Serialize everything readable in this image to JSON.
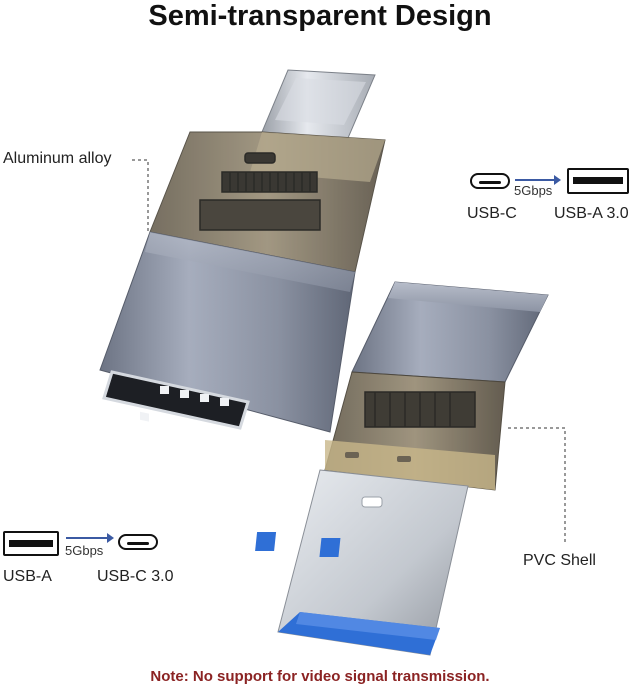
{
  "title": "Semi-transparent Design",
  "callouts": {
    "aluminum": "Aluminum alloy",
    "pvc": "PVC Shell"
  },
  "spec_top": {
    "left_port": "USB-C",
    "right_port": "USB-A 3.0",
    "speed": "5Gbps"
  },
  "spec_bottom": {
    "left_port": "USB-A",
    "right_port": "USB-C 3.0",
    "speed": "5Gbps"
  },
  "note": "Note: No support for video signal transmission.",
  "colors": {
    "aluminum": "#8c93a3",
    "shell_tint": "#c8b78a",
    "usb_blue": "#2f6fd6",
    "note_red": "#8b2323",
    "arrow_blue": "#3b5aa3"
  }
}
